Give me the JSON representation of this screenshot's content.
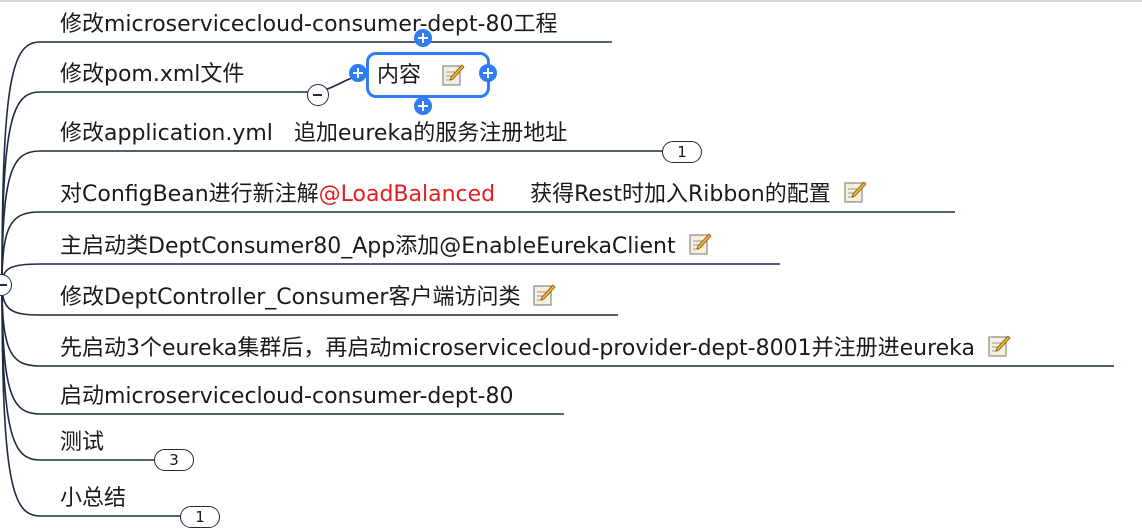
{
  "mindmap": {
    "nodes": [
      {
        "id": "n1",
        "segments": [
          {
            "text": "修改microservicecloud-consumer-dept-80工程"
          }
        ],
        "has_note": false
      },
      {
        "id": "n2",
        "segments": [
          {
            "text": "修改pom.xml文件"
          }
        ],
        "has_note": false
      },
      {
        "id": "n3",
        "segments": [
          {
            "text": "修改application.yml   追加eureka的服务注册地址"
          }
        ],
        "has_note": false,
        "count": "1"
      },
      {
        "id": "n4",
        "segments": [
          {
            "text": "对ConfigBean进行新注解"
          },
          {
            "text": "@LoadBalanced",
            "highlight": true
          },
          {
            "text": "     获得Rest时加入Ribbon的配置"
          }
        ],
        "has_note": true
      },
      {
        "id": "n5",
        "segments": [
          {
            "text": "主启动类DeptConsumer80_App添加@EnableEurekaClient"
          }
        ],
        "has_note": true
      },
      {
        "id": "n6",
        "segments": [
          {
            "text": "修改DeptController_Consumer客户端访问类"
          }
        ],
        "has_note": true
      },
      {
        "id": "n7",
        "segments": [
          {
            "text": "先启动3个eureka集群后，再启动microservicecloud-provider-dept-8001并注册进eureka"
          }
        ],
        "has_note": true
      },
      {
        "id": "n8",
        "segments": [
          {
            "text": "启动microservicecloud-consumer-dept-80"
          }
        ],
        "has_note": false
      },
      {
        "id": "n9",
        "segments": [
          {
            "text": "测试"
          }
        ],
        "has_note": false,
        "count": "3"
      },
      {
        "id": "n10",
        "segments": [
          {
            "text": "小总结"
          }
        ],
        "has_note": false,
        "count": "1"
      }
    ],
    "selected_child": {
      "label": "内容",
      "has_note": true
    }
  },
  "colors": {
    "line": "#1f2a44",
    "highlight": "#e02020",
    "selection": "#2f7cf6"
  },
  "icons": {
    "note": "note-pencil-icon",
    "collapse": "collapse-minus-icon",
    "add": "add-plus-icon"
  }
}
